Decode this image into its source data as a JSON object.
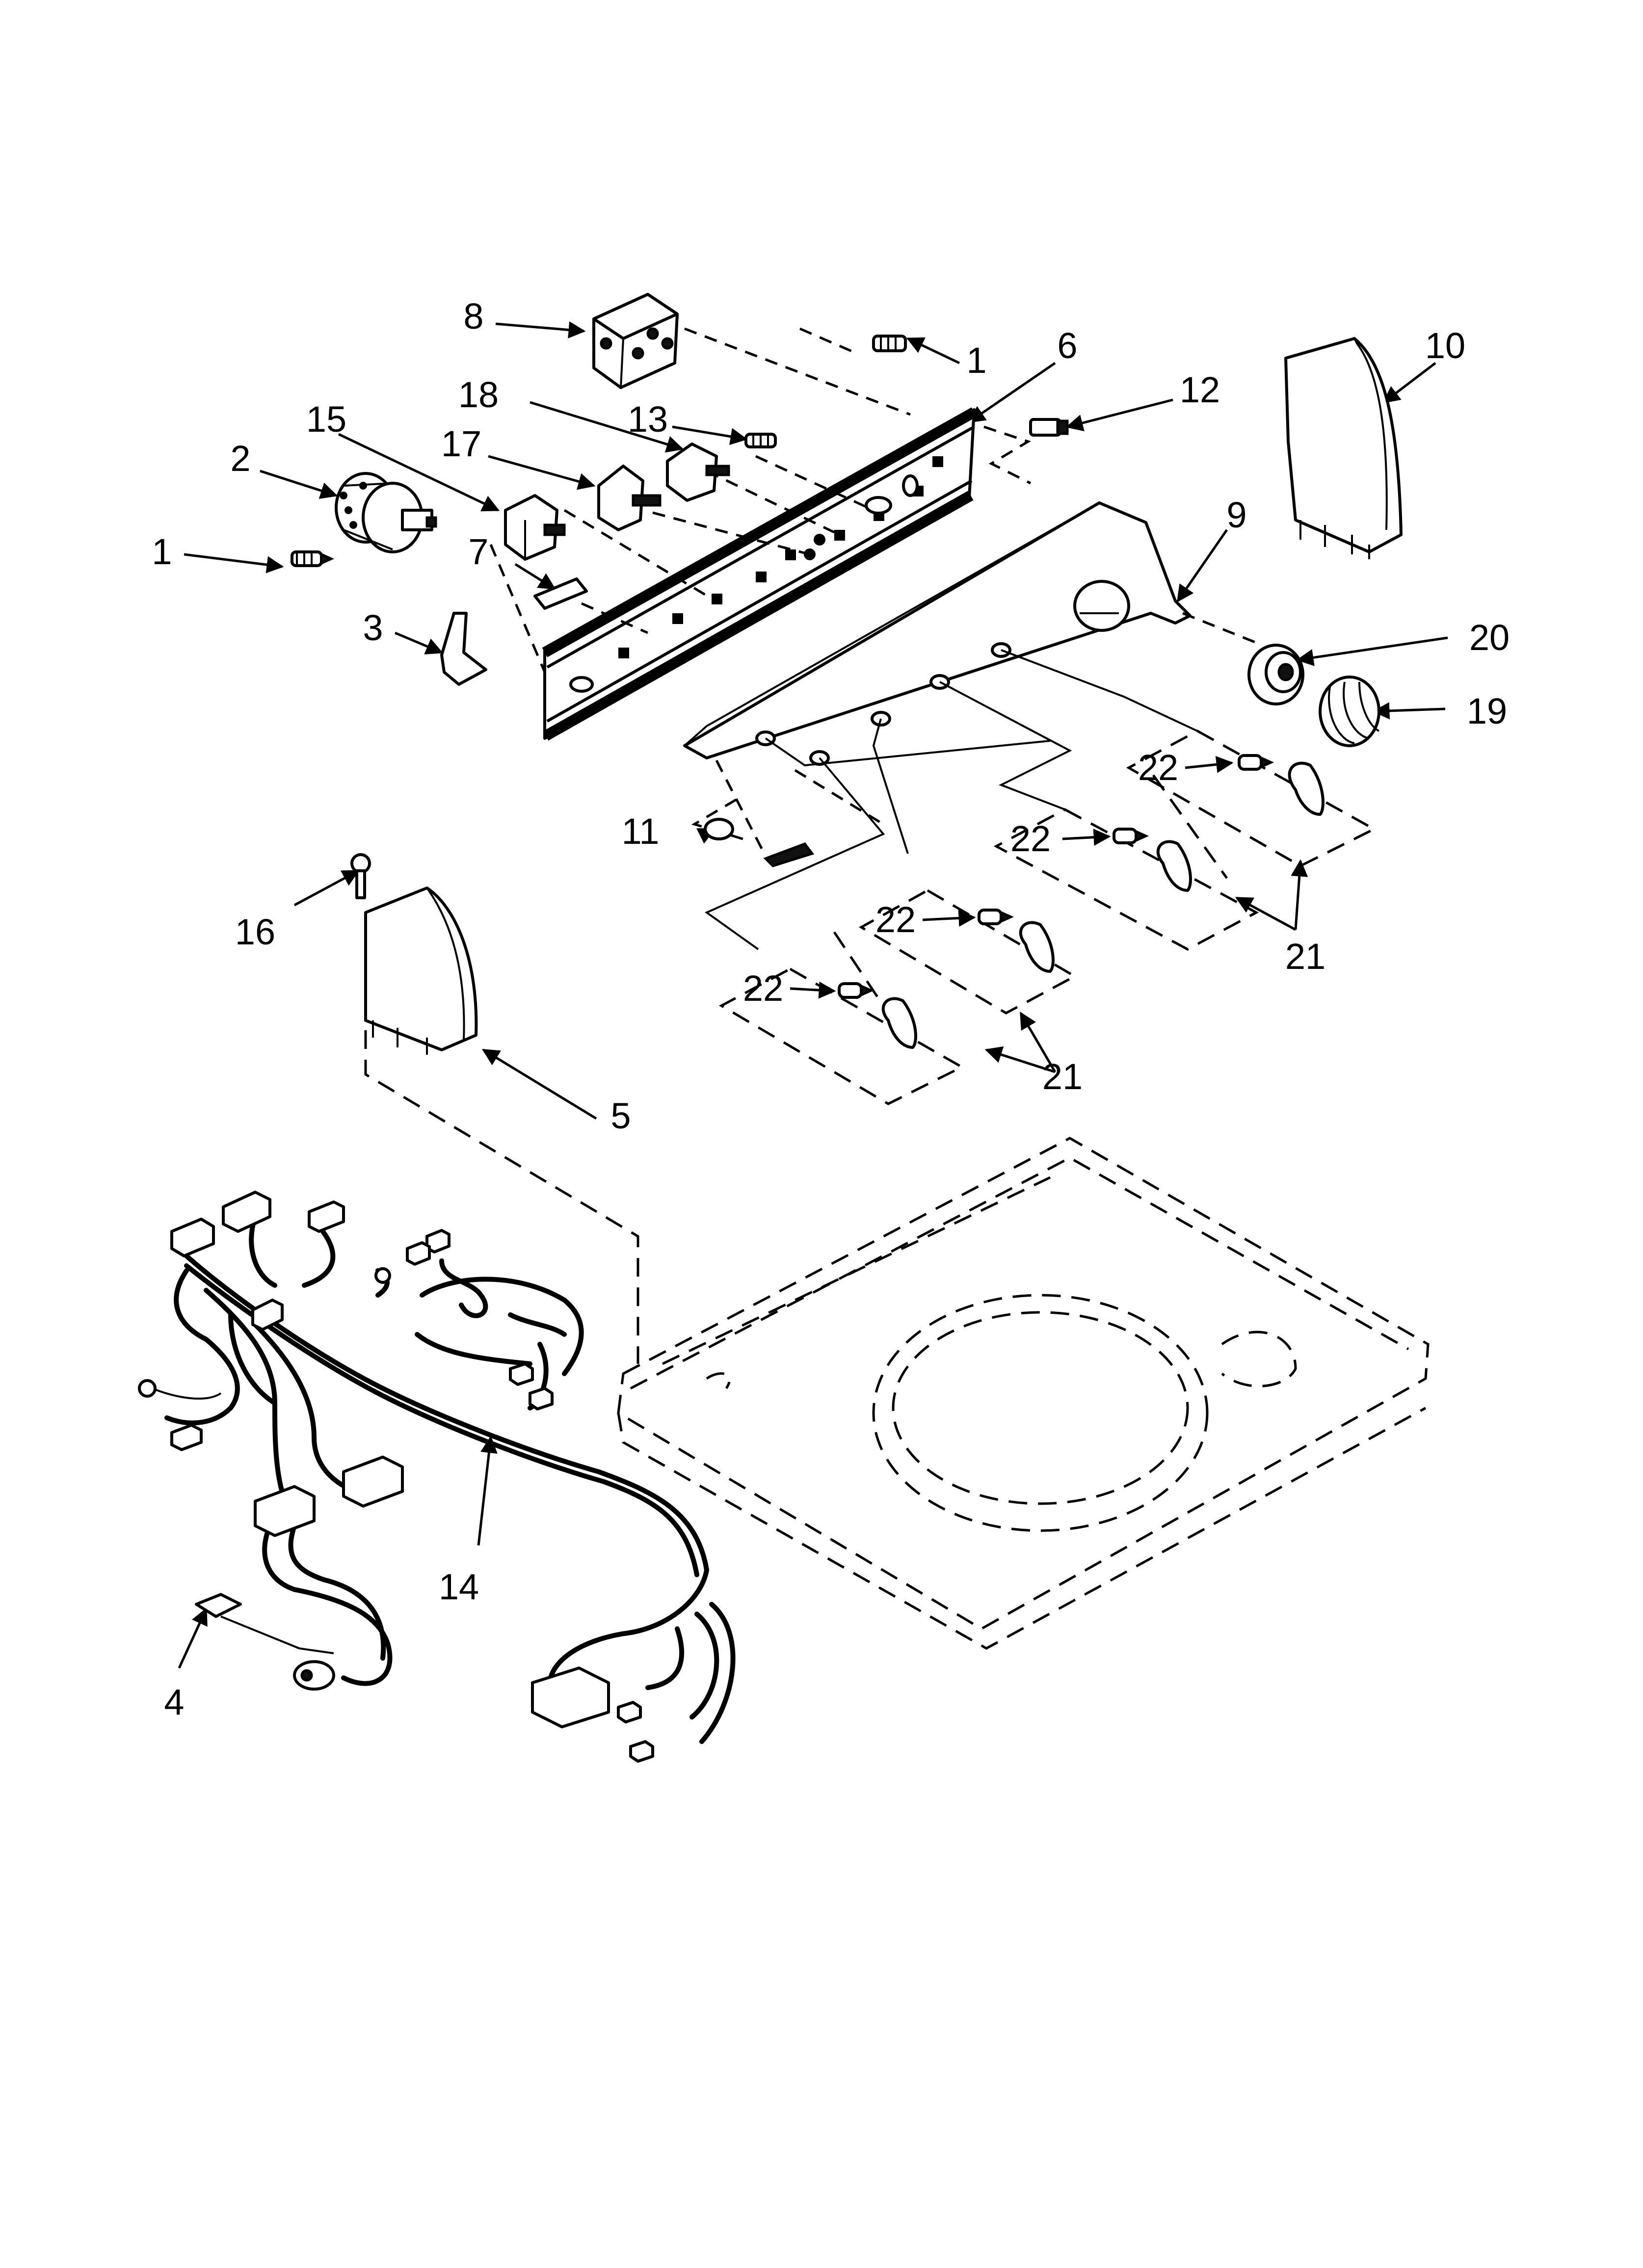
{
  "diagram": {
    "type": "exploded-parts-view",
    "callouts": [
      "1",
      "1",
      "2",
      "3",
      "4",
      "5",
      "6",
      "7",
      "8",
      "9",
      "10",
      "11",
      "12",
      "13",
      "14",
      "15",
      "16",
      "17",
      "18",
      "19",
      "20",
      "21",
      "21",
      "22",
      "22",
      "22",
      "22"
    ]
  }
}
